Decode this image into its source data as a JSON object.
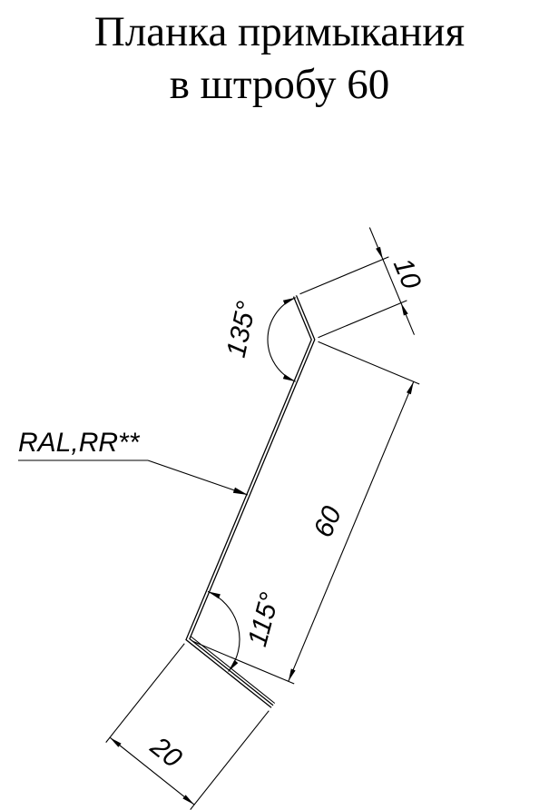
{
  "title": {
    "line1": "Планка примыкания",
    "line2": "в штробу 60"
  },
  "material_label": "RAL,RR**",
  "dimensions": {
    "lip_length": "10",
    "top_angle": "135°",
    "web_length": "60",
    "bottom_angle": "115°",
    "flange_length": "20"
  },
  "colors": {
    "line": "#000000",
    "background": "#ffffff"
  }
}
